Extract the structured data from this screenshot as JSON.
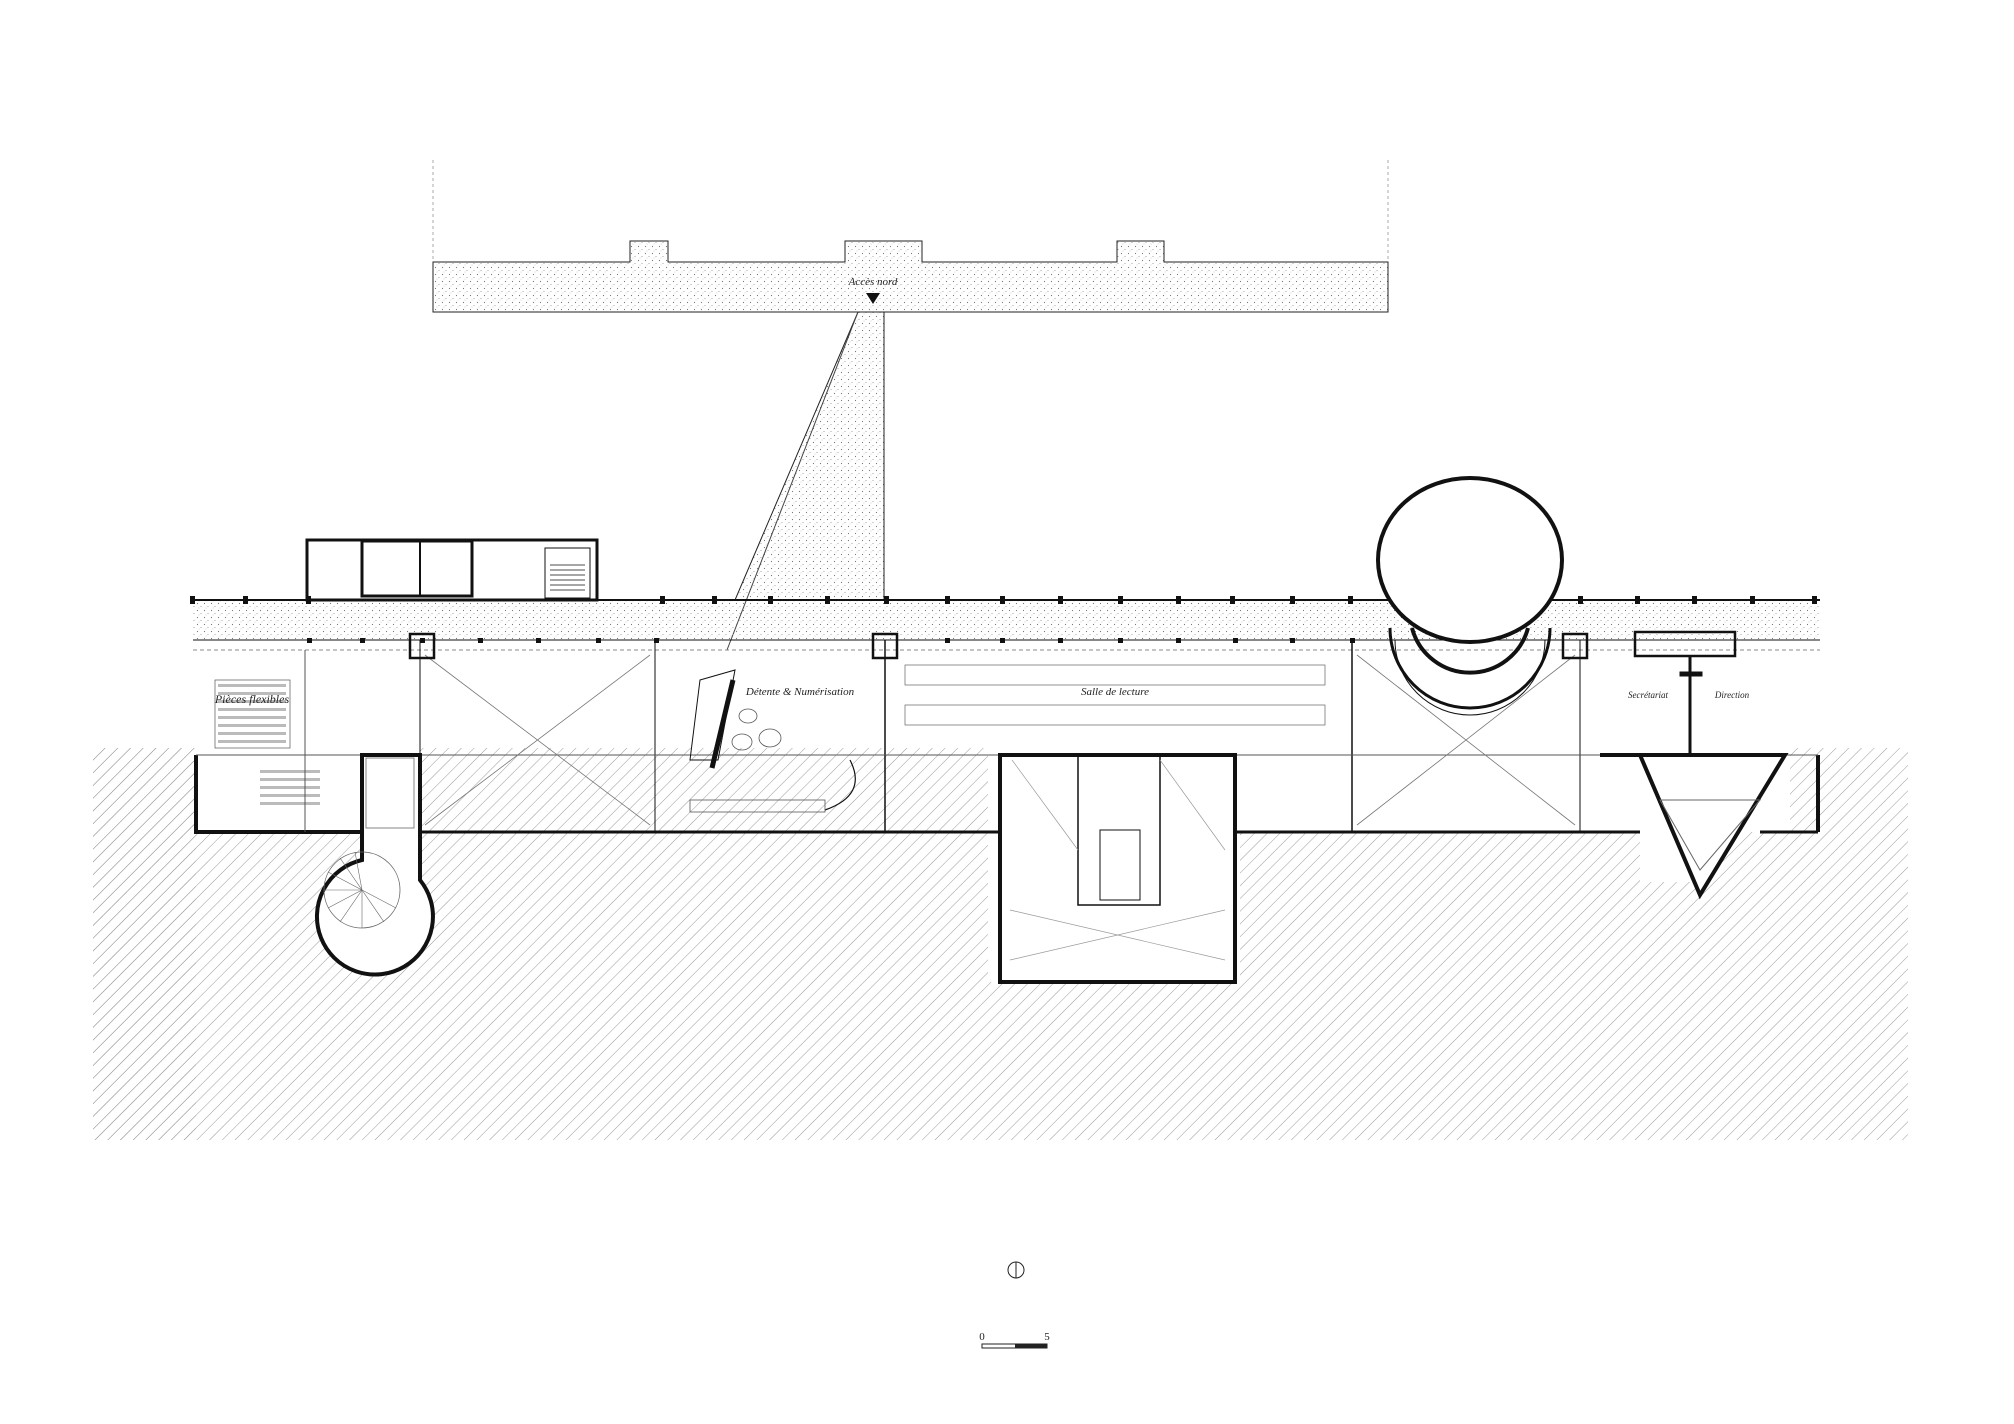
{
  "drawing": {
    "type": "architectural-floor-plan",
    "colors": {
      "line": "#111111",
      "light_line": "#8a8a8a",
      "ground_hatch": "#9a9a9a",
      "paving_dots": "#777777",
      "paper": "#ffffff"
    }
  },
  "labels": {
    "acces_nord": "Accès nord",
    "pieces_flexibles": "Pièces flexibles",
    "detente": "Détente & Numérisation",
    "salle_lecture": "Salle de lecture",
    "secretariat": "Secrétariat",
    "direction": "Direction"
  },
  "scale_bar": {
    "start": "0",
    "end": "5"
  },
  "north_arrow": {
    "icon": "north-arrow-icon"
  }
}
